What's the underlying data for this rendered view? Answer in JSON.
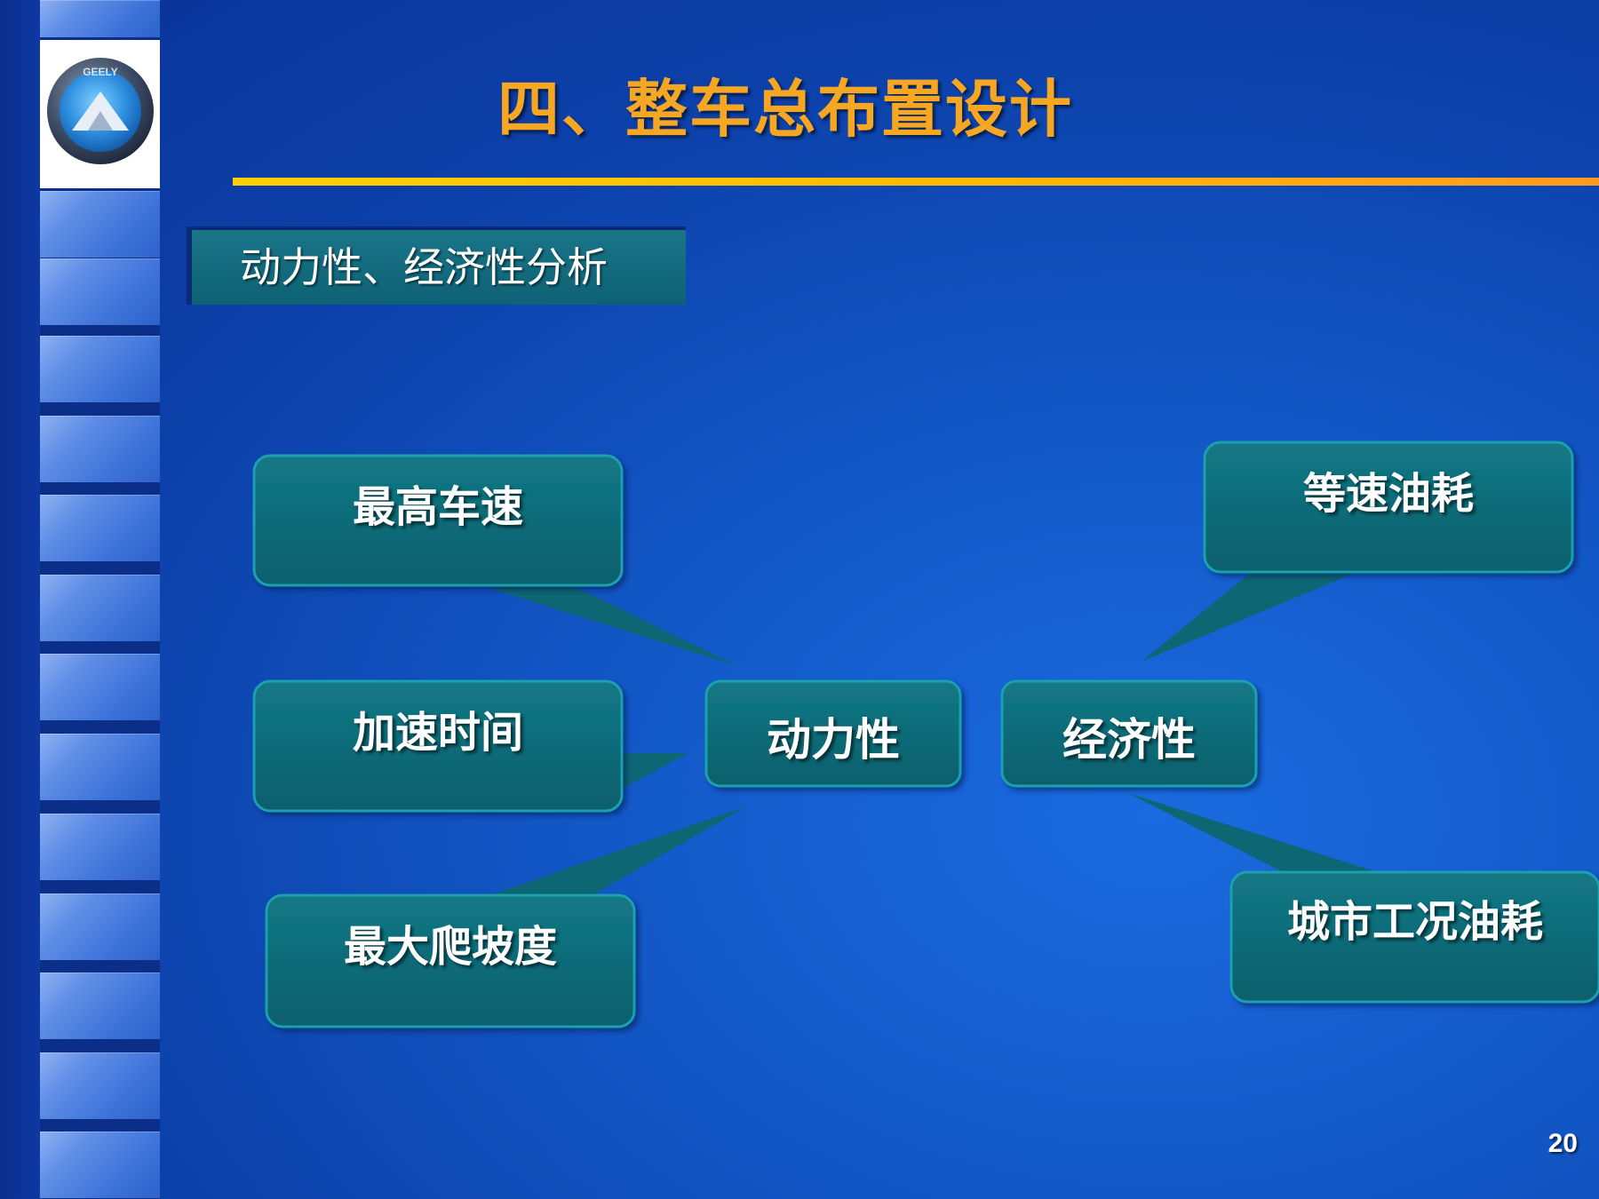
{
  "slide": {
    "title": "四、整车总布置设计",
    "section_label": "动力性、经济性分析",
    "page_number": "20"
  },
  "logo": {
    "text": "GEELY"
  },
  "diagram": {
    "center_left": "动力性",
    "center_right": "经济性",
    "left_callouts": [
      "最高车速",
      "加速时间",
      "最大爬坡度"
    ],
    "right_callouts": [
      "等速油耗",
      "城市工况油耗"
    ]
  },
  "colors": {
    "background": "#1257c6",
    "title": "#f5a623",
    "rule": "#ffc000",
    "node_fill": "#0e6b78",
    "text": "#ffffff"
  }
}
